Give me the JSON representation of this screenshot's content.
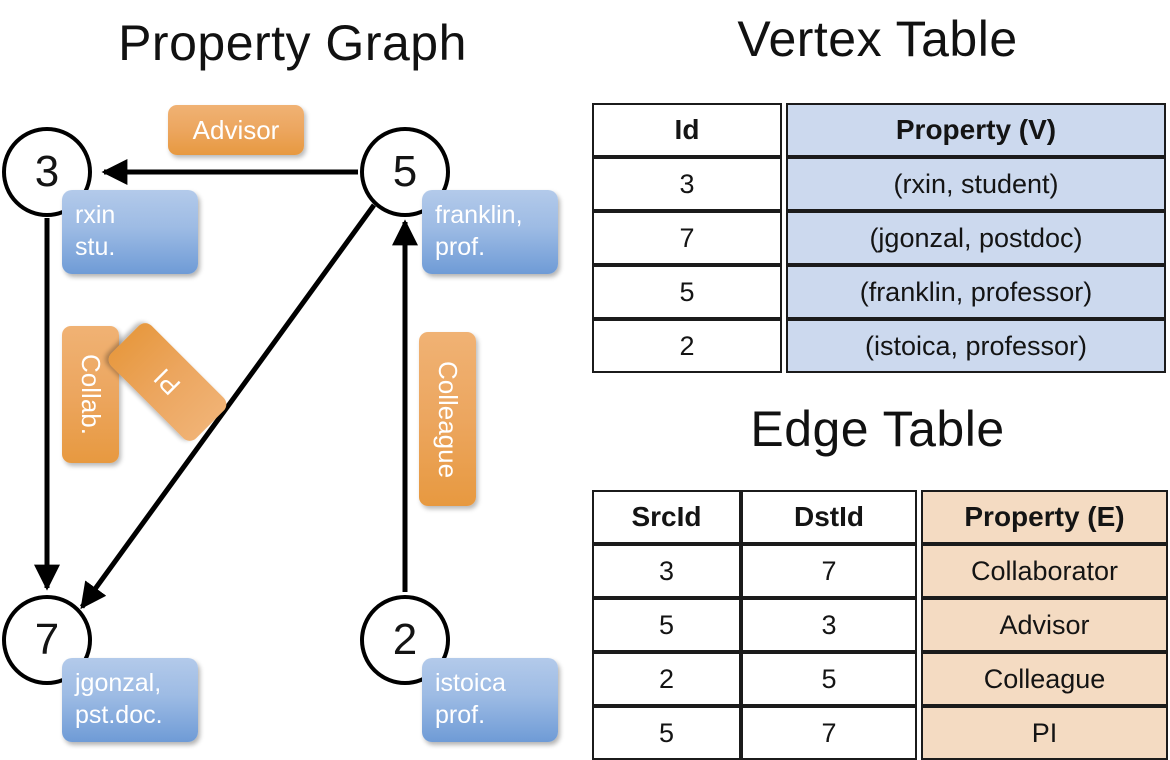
{
  "panels": {
    "graph_title": "Property Graph",
    "vertex_title": "Vertex Table",
    "edge_title": "Edge Table"
  },
  "graph": {
    "nodes": [
      {
        "id": "3",
        "property_lines": [
          "rxin",
          "stu."
        ]
      },
      {
        "id": "5",
        "property_lines": [
          "franklin,",
          "prof."
        ]
      },
      {
        "id": "7",
        "property_lines": [
          "jgonzal,",
          "pst.doc."
        ]
      },
      {
        "id": "2",
        "property_lines": [
          "istoica",
          "prof."
        ]
      }
    ],
    "edge_labels": [
      {
        "name": "advisor",
        "text": "Advisor"
      },
      {
        "name": "collab",
        "text": "Collab."
      },
      {
        "name": "pi",
        "text": "PI"
      },
      {
        "name": "colleague",
        "text": "Colleague"
      }
    ],
    "edges": [
      {
        "src": "5",
        "dst": "3",
        "label": "Advisor"
      },
      {
        "src": "3",
        "dst": "7",
        "label": "Collab."
      },
      {
        "src": "5",
        "dst": "7",
        "label": "PI"
      },
      {
        "src": "2",
        "dst": "5",
        "label": "Colleague"
      }
    ]
  },
  "vertex_table": {
    "headers": [
      "Id",
      "Property (V)"
    ],
    "rows": [
      {
        "id": "3",
        "property": "(rxin, student)"
      },
      {
        "id": "7",
        "property": "(jgonzal, postdoc)"
      },
      {
        "id": "5",
        "property": "(franklin, professor)"
      },
      {
        "id": "2",
        "property": "(istoica, professor)"
      }
    ]
  },
  "edge_table": {
    "headers": [
      "SrcId",
      "DstId",
      "Property (E)"
    ],
    "rows": [
      {
        "src": "3",
        "dst": "7",
        "property": "Collaborator"
      },
      {
        "src": "5",
        "dst": "3",
        "property": "Advisor"
      },
      {
        "src": "2",
        "dst": "5",
        "property": "Colleague"
      },
      {
        "src": "5",
        "dst": "7",
        "property": "PI"
      }
    ]
  },
  "colors": {
    "vertex_property_fill": "#ccd9ee",
    "edge_property_fill": "#f4dbc2",
    "node_callout": "#7ba5db",
    "edge_label": "#eca65f",
    "stroke": "#000000"
  }
}
